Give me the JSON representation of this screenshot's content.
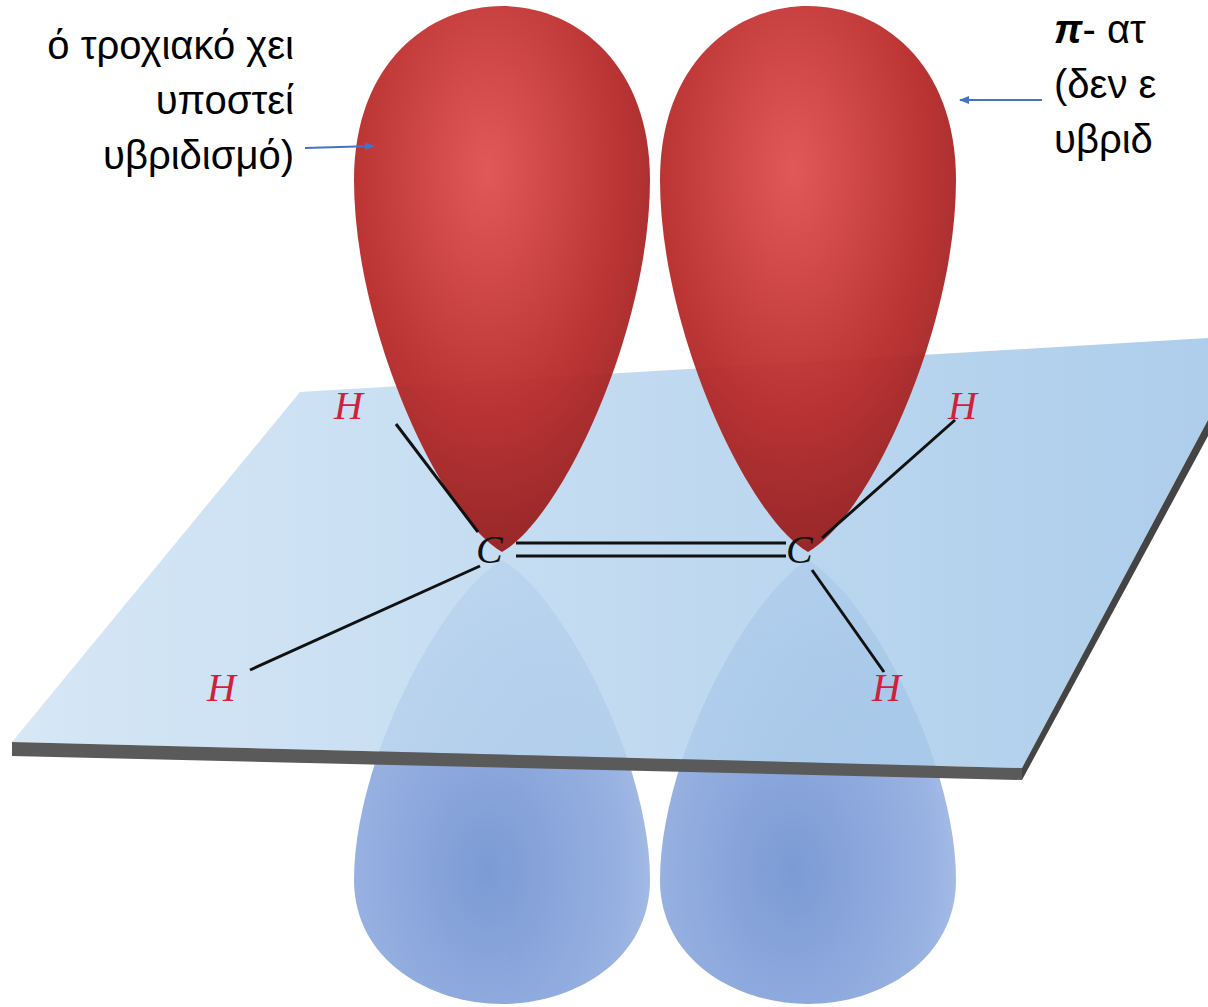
{
  "diagram": {
    "labels": [
      "ό τροχιακό χει υποστεί υβριδισμό)",
      "π- ατ (δεν ε υβριδ",
      "H",
      "H",
      "C",
      "C",
      "H",
      "H"
    ]
  }
}
